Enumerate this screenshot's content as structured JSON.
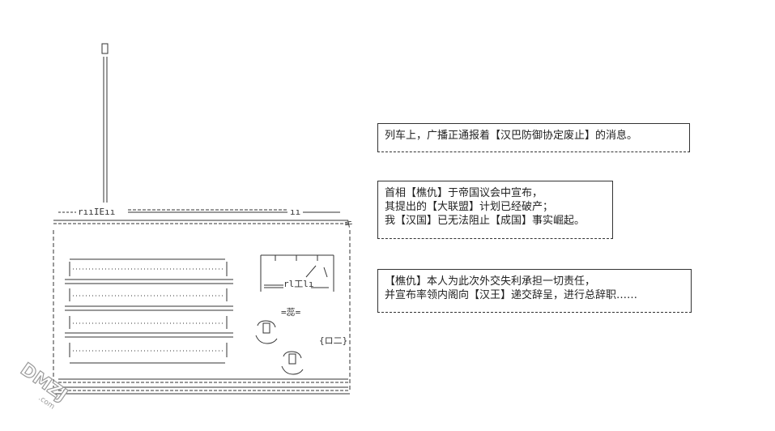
{
  "captions": [
    {
      "lines": [
        "列车上，广播正通报着【汉巴防御协定废止】的消息。"
      ]
    },
    {
      "lines": [
        "首相【樵仇】于帝国议会中宣布，",
        "其提出的【大联盟】计划已经破产；",
        "我【汉国】已无法阻止【成国】事实崛起。"
      ]
    },
    {
      "lines": [
        "【樵仇】本人为此次外交失利承担一切责任，",
        "并宣布率领内阁向【汉王】递交辞呈，进行总辞职……"
      ]
    }
  ],
  "radio": {
    "top_label": "rııIEıı",
    "top_label_right": "ıı",
    "display_text": "rl工lı",
    "knob_top_glyph": "=蕊=",
    "knob_a_glyph": "ｒ'∏ヽ",
    "knob_b_glyph": "ｒ'∏ヽ",
    "side_button_text": "{ロ二}",
    "corner_mark": "キ"
  },
  "watermark": {
    "text": "DMZJ",
    "subtext": ".com"
  }
}
